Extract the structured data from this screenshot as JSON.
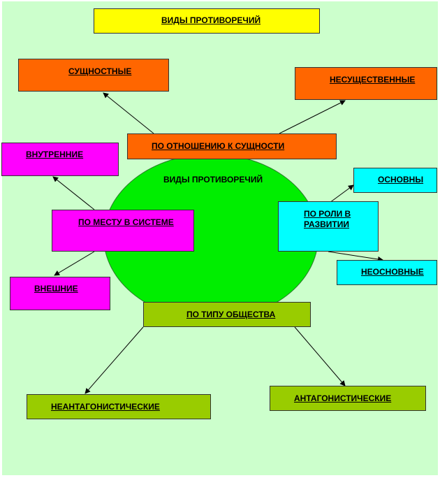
{
  "title": "ВИДЫ ПРОТИВОРЕЧИЙ",
  "center_label": "ВИДЫ ПРОТИВОРЕЧИЙ",
  "colors": {
    "background": "#ccffcc",
    "title_box": "#ffff00",
    "essence_boxes": "#ff6600",
    "center_circle": "#00ee00",
    "system_boxes": "#ff00ff",
    "role_boxes": "#00ffff",
    "society_boxes": "#99cc00"
  },
  "categories": {
    "essence": {
      "label": "ПО ОТНОШЕНИЮ К СУЩНОСТИ",
      "left": "СУЩНОСТНЫЕ",
      "right": "НЕСУЩЕСТВЕННЫЕ"
    },
    "system": {
      "label": "ПО МЕСТУ В СИСТЕМЕ",
      "top": "ВНУТРЕННИЕ",
      "bottom": "ВНЕШНИЕ"
    },
    "role": {
      "label": "ПО РОЛИ В РАЗВИТИИ",
      "top": "ОСНОВНЫ",
      "bottom": "НЕОСНОВНЫЕ"
    },
    "society": {
      "label": "ПО ТИПУ ОБЩЕСТВА",
      "left": "НЕАНТАГОНИСТИЧЕСКИЕ",
      "right": "АНТАГОНИСТИЧЕСКИЕ"
    }
  }
}
